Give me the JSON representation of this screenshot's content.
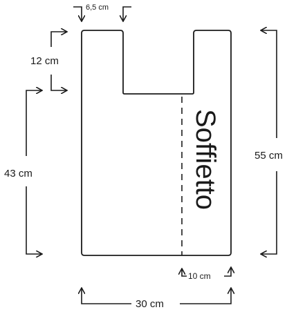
{
  "diagram": {
    "label_gusset": "Soffietto",
    "dimensions": {
      "handle_width": "6,5 cm",
      "handle_height": "12 cm",
      "body_height": "43 cm",
      "total_height": "55 cm",
      "gusset_width": "10 cm",
      "total_width": "30 cm"
    },
    "colors": {
      "stroke": "#1a1a1a",
      "background": "#ffffff"
    }
  }
}
